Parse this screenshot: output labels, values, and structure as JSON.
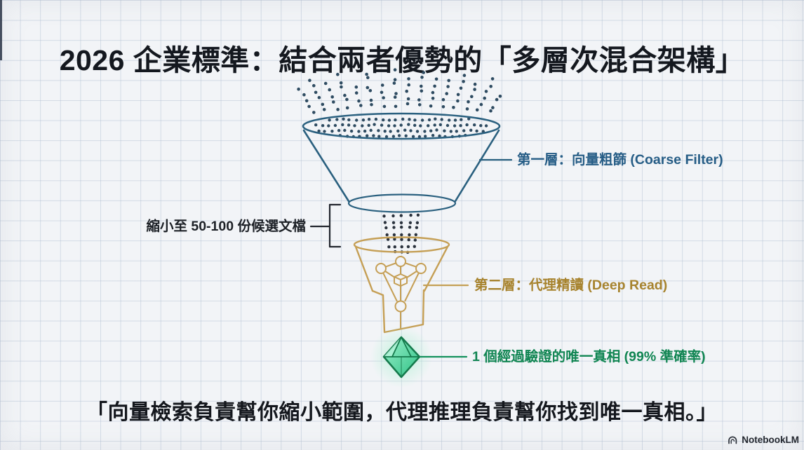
{
  "title": "2026 企業標準：結合兩者優勢的「多層次混合架構」",
  "diagram": {
    "layer1_label": "第一層：向量粗篩 (Coarse Filter)",
    "reduction_label": "縮小至 50-100 份候選文檔",
    "layer2_label": "第二層：代理精讀 (Deep Read)",
    "result_label": "1 個經過驗證的唯一真相 (99% 準確率)"
  },
  "quote": "「向量檢索負責幫你縮小範圍，代理推理負責幫你找到唯一真相。」",
  "footer": {
    "brand": "NotebookLM",
    "logo_icon": "notebooklm-icon"
  },
  "colors": {
    "layer1_stroke": "#2a607f",
    "layer1_label": "#265d86",
    "layer1_dots": "#2e4b61",
    "stream_dots": "#2a323d",
    "layer2_stroke": "#c59f55",
    "layer2_label": "#a7832e",
    "result_label": "#108552",
    "gem_stroke": "#157a4c",
    "gem_fill": "#3ecb92",
    "gem_glow": "#7dedb6",
    "text": "#14171d",
    "grid_line": "#adbcd0",
    "background": "#f2f4f7"
  }
}
